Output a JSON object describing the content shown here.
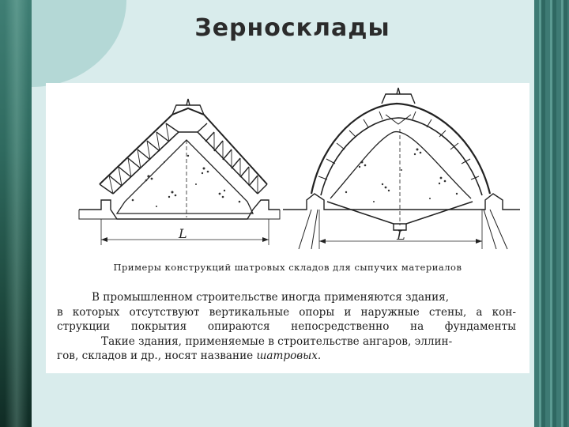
{
  "slide": {
    "title": "Зерносклады"
  },
  "figure": {
    "dimension_label_left": "L",
    "dimension_label_right": "L",
    "caption": "Примеры конструкций шатровых складов для сыпучих материалов"
  },
  "paragraph": {
    "line1": "В промышленном строительстве иногда применяются здания,",
    "line2": "в которых отсутствуют вертикальные опоры и наружные стены, а кон-",
    "line3": "струкции покрытия опираются непосредственно на фундаменты",
    "line4": "Такие здания, применяемые в строительстве ангаров, эллин-",
    "line5_start": "гов, складов и др., носят название",
    "line5_italic": "шатровых."
  },
  "colors": {
    "background": "#4f8f8a",
    "panel": "#d9ecec",
    "title": "#2b2b2b"
  }
}
